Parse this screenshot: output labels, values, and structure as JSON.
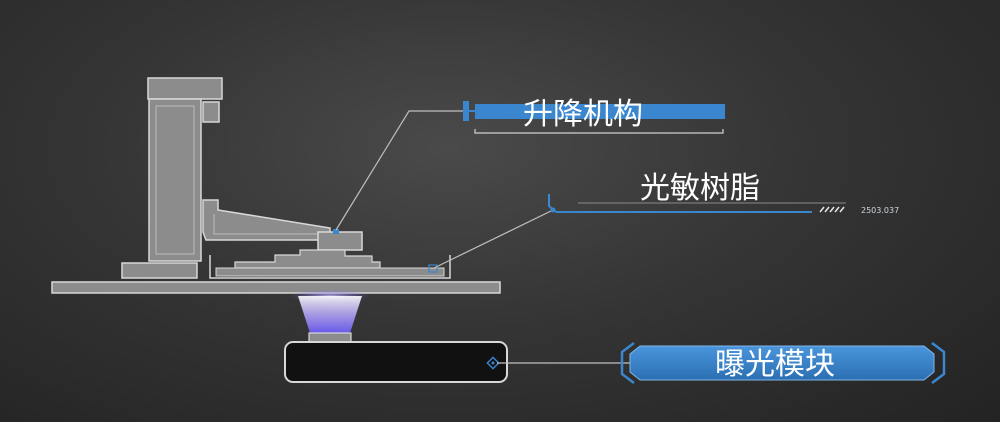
{
  "labels": {
    "lift": "升降机构",
    "resin": "光敏树脂",
    "resin_code": "2503.037",
    "exposure": "曝光模块"
  },
  "colors": {
    "blue": "#3a86cf",
    "blue_dark": "#1f5f9e",
    "outline": "#d8d8d8",
    "fill": "#8c8c8c",
    "glow": "#9a8cff"
  }
}
